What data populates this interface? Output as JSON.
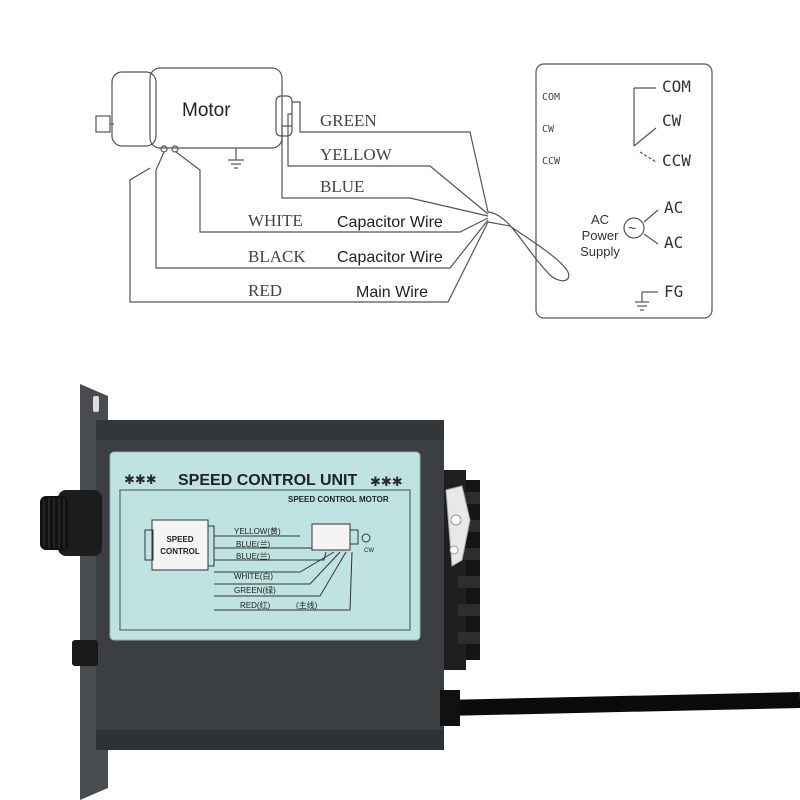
{
  "wiring_diagram": {
    "motor_label": "Motor",
    "wires": [
      {
        "color": "GREEN",
        "desc": ""
      },
      {
        "color": "YELLOW",
        "desc": ""
      },
      {
        "color": "BLUE",
        "desc": ""
      },
      {
        "color": "WHITE",
        "desc": "Capacitor Wire"
      },
      {
        "color": "BLACK",
        "desc": "Capacitor Wire"
      },
      {
        "color": "RED",
        "desc": "Main Wire"
      }
    ],
    "terminal_box": {
      "left_labels": [
        "COM",
        "CW",
        "CCW"
      ],
      "switch_labels": [
        "COM",
        "CW",
        "CCW"
      ],
      "ac_terminals": [
        "AC",
        "AC"
      ],
      "supply_label_lines": [
        "AC",
        "Power",
        "Supply"
      ],
      "ground_label": "FG",
      "ac_symbol": "~"
    }
  },
  "controller": {
    "label_stars": "✱✱✱",
    "label_title": "SPEED CONTROL UNIT",
    "label_subtitle": "SPEED CONTROL MOTOR",
    "inner_box_lines": [
      "SPEED",
      "CONTROL"
    ],
    "wire_labels": [
      "YELLOW(黄)",
      "BLUE(兰)",
      "BLUE(兰)",
      "WHITE(白)",
      "GREEN(绿)",
      "RED(红)"
    ],
    "main_wire_note": "(主线)",
    "motor_cw_label": "CW",
    "colors": {
      "housing": "#3a3d3f",
      "label_bg": "#bfe3e0",
      "label_ink": "#2a2a2a"
    }
  }
}
